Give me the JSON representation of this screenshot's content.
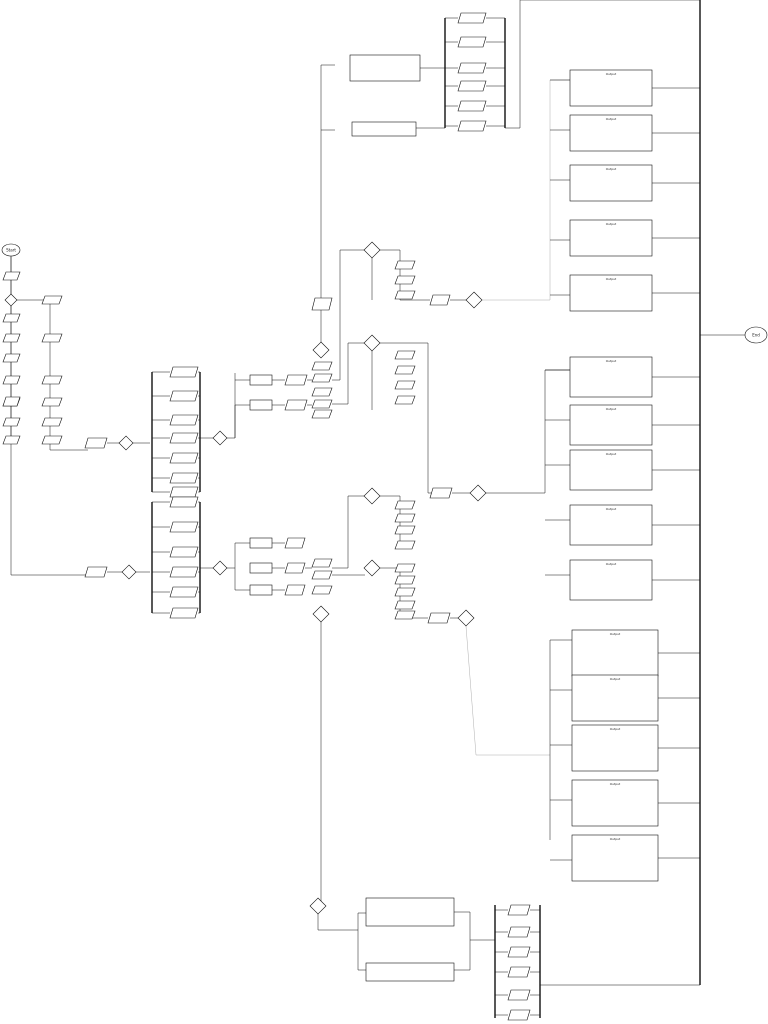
{
  "diagram": {
    "start_label": "Start",
    "end_label": "End",
    "node_label": "",
    "output_label": "Output"
  },
  "colors": {
    "line": "#111111",
    "thin_line": "#9a9a9a",
    "fill": "#ffffff"
  }
}
